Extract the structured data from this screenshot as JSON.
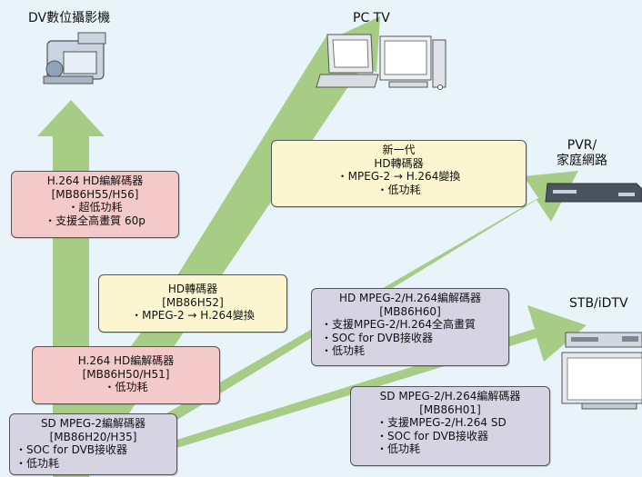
{
  "devices": {
    "dv_camera": "DV數位攝影機",
    "pc_tv": "PC TV",
    "pvr_line1": "PVR/",
    "pvr_line2": "家庭網路",
    "stb": "STB/iDTV"
  },
  "boxes": {
    "h264_hd_h55": {
      "lines": [
        "H.264 HD編解碼器",
        "[MB86H55/H56]",
        "・超低功耗",
        "・支援全高畫質 60p"
      ]
    },
    "new_transcoder": {
      "lines": [
        "新一代",
        "HD轉碼器",
        "・MPEG-2 → H.264變換",
        "・低功耗"
      ]
    },
    "hd_transcoder_h52": {
      "lines": [
        "HD轉碼器",
        "[MB86H52]",
        "・MPEG-2 → H.264變換"
      ]
    },
    "hd_mpeg2_h264_h60": {
      "lines": [
        "HD MPEG-2/H.264編解碼器",
        "[MB86H60]",
        "・支援MPEG-2/H.264全高畫質",
        "・SOC for DVB接收器",
        "・低功耗"
      ]
    },
    "h264_hd_h50": {
      "lines": [
        "H.264 HD編解碼器",
        "[MB86H50/H51]",
        "・低功耗"
      ]
    },
    "sd_mpeg2_h20": {
      "lines": [
        "SD MPEG-2編解碼器",
        "[MB86H20/H35]",
        "・SOC for DVB接收器",
        "・低功耗"
      ]
    },
    "sd_mpeg2_h264_h01": {
      "lines": [
        "SD MPEG-2/H.264編解碼器",
        "[MB86H01]",
        "・支援MPEG-2/H.264 SD",
        "・SOC for DVB接收器",
        "・低功耗"
      ]
    }
  },
  "colors": {
    "background": "#e8f4fa",
    "arrow": "#a6cc86",
    "box_pink": "#f3c9c9",
    "box_yellow": "#fbf6cf",
    "box_lavender": "#d6d3e3"
  }
}
